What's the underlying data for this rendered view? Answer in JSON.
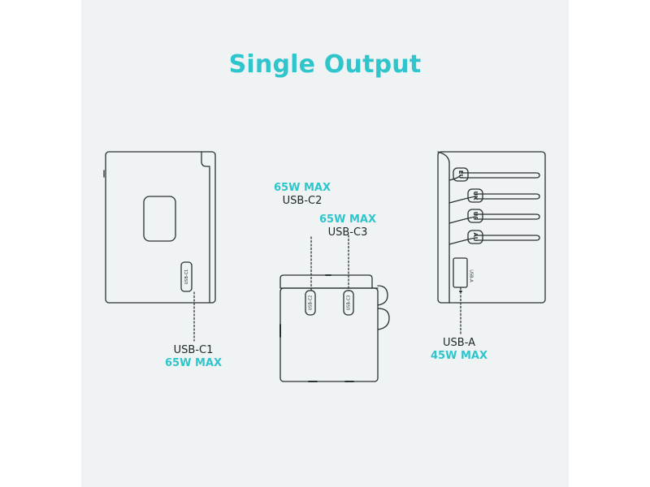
{
  "title": "Single Output",
  "ports": {
    "usb_c1": {
      "name": "USB-C1",
      "power": "65W MAX"
    },
    "usb_c2": {
      "name": "USB-C2",
      "power": "65W MAX"
    },
    "usb_c3": {
      "name": "USB-C3",
      "power": "65W MAX"
    },
    "usb_a": {
      "name": "USB-A",
      "power": "45W MAX"
    }
  },
  "port_markings": {
    "usb_c1": "USB-C1",
    "usb_c2": "USB-C2",
    "usb_c3": "USB-C3",
    "usb_a": "USB-A"
  },
  "plugs": [
    "EU",
    "UK",
    "US",
    "AU"
  ],
  "colors": {
    "accent": "#2ec5cc",
    "text": "#1f2428",
    "line": "#2a2f33",
    "panel": "#eff3f4"
  }
}
